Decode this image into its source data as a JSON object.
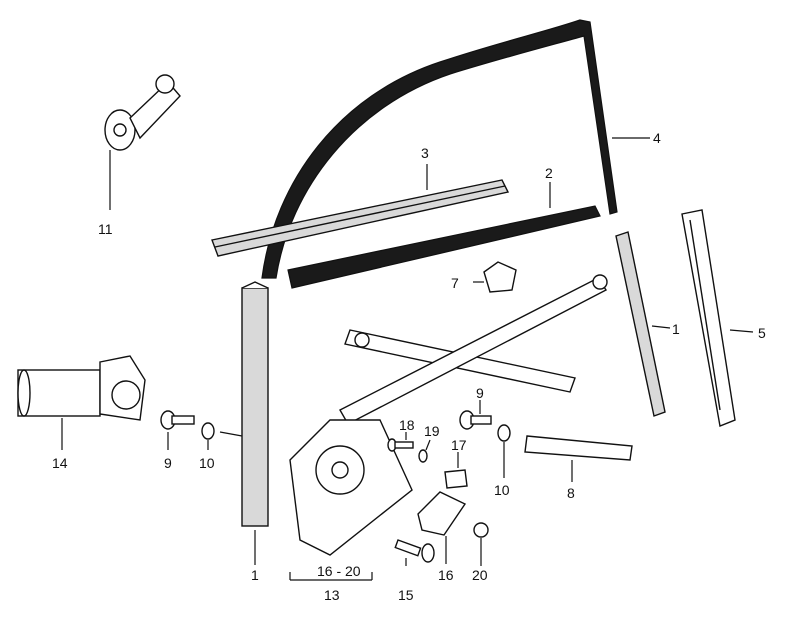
{
  "callouts": {
    "c1_left": "1",
    "c1_right": "1",
    "c2": "2",
    "c3": "3",
    "c4": "4",
    "c5": "5",
    "c7": "7",
    "c8": "8",
    "c9_left": "9",
    "c9_right": "9",
    "c10_left": "10",
    "c10_right": "10",
    "c11": "11",
    "c13": "13",
    "c14": "14",
    "c15": "15",
    "c16": "16",
    "c16_20": "16 - 20",
    "c17": "17",
    "c18": "18",
    "c19": "19",
    "c20": "20"
  },
  "colors": {
    "ink": "#111111",
    "seal": "#1a1a1a",
    "shade": "#d9d9d9"
  }
}
